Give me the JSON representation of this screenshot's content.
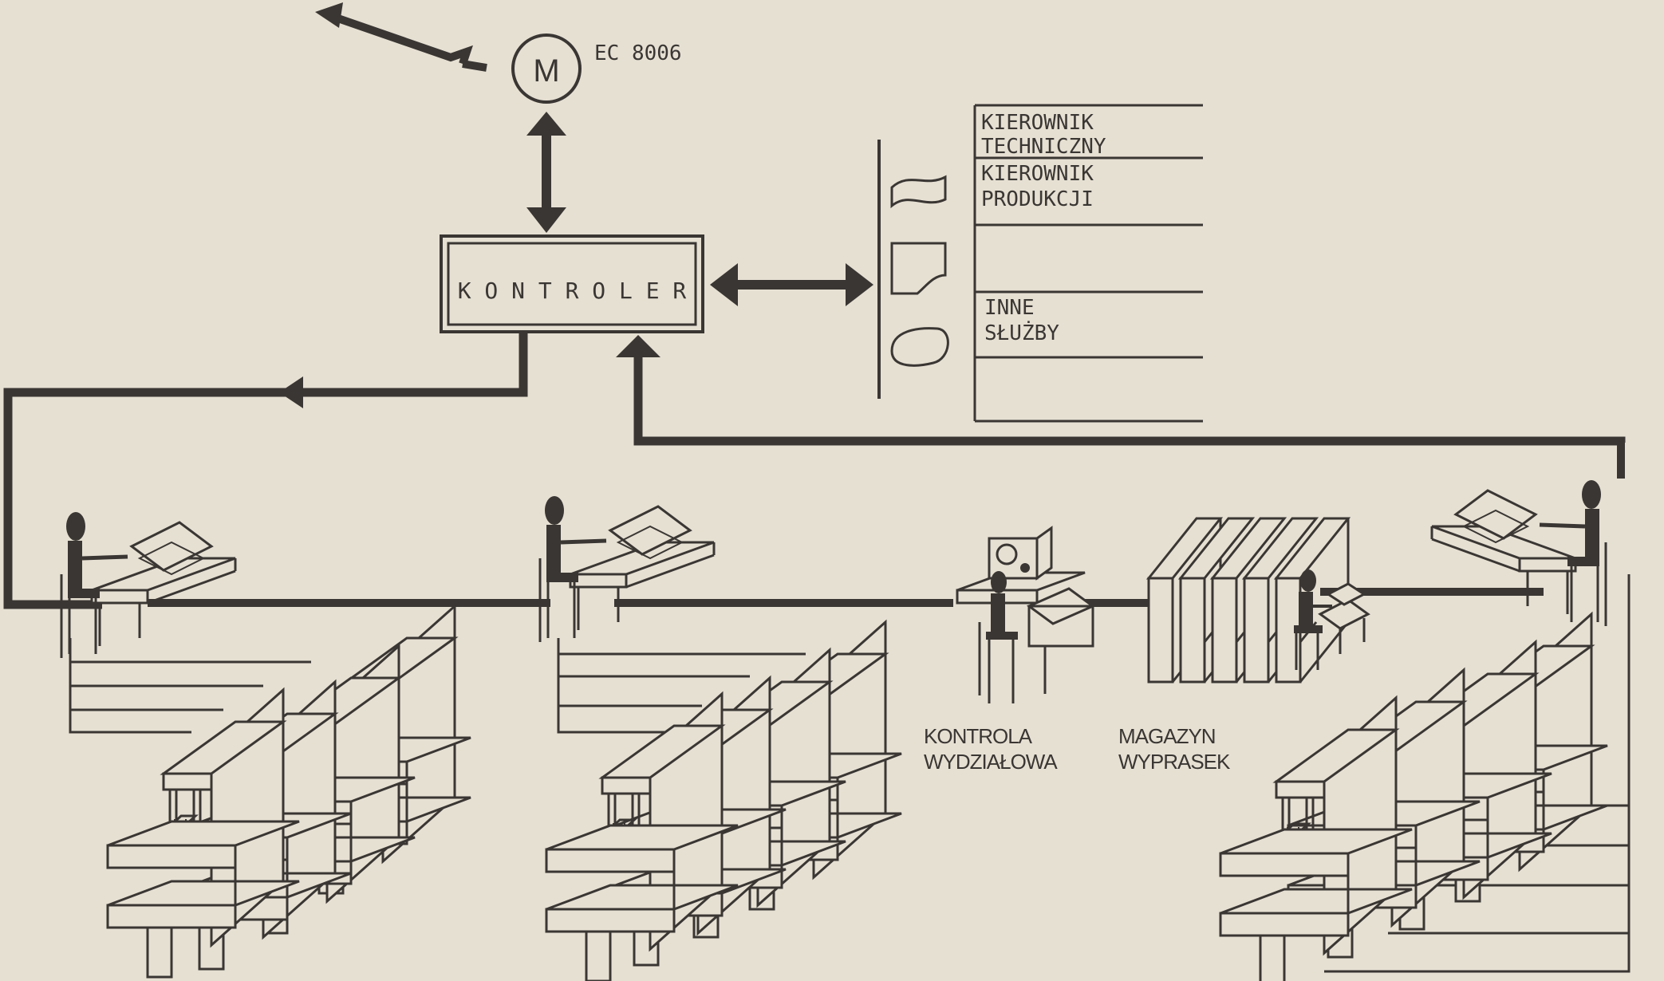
{
  "mainframe": {
    "symbol": "M",
    "label": "EC 8006"
  },
  "controller": {
    "label": "K O N T R O L E R"
  },
  "management_table": {
    "rows": [
      {
        "line1": "KIEROWNIK",
        "line2": "TECHNICZNY"
      },
      {
        "line1": "KIEROWNIK",
        "line2": "PRODUKCJI"
      },
      {
        "line1": "",
        "line2": ""
      },
      {
        "line1": "INNE",
        "line2": "SŁUŻBY"
      },
      {
        "line1": "",
        "line2": ""
      }
    ]
  },
  "stations": {
    "inspection": {
      "line1": "KONTROLA",
      "line2": "WYDZIAŁOWA"
    },
    "warehouse": {
      "line1": "MAGAZYN",
      "line2": "WYPRASEK"
    }
  },
  "colors": {
    "paper": "#e6e0d3",
    "ink": "#3a3633"
  }
}
